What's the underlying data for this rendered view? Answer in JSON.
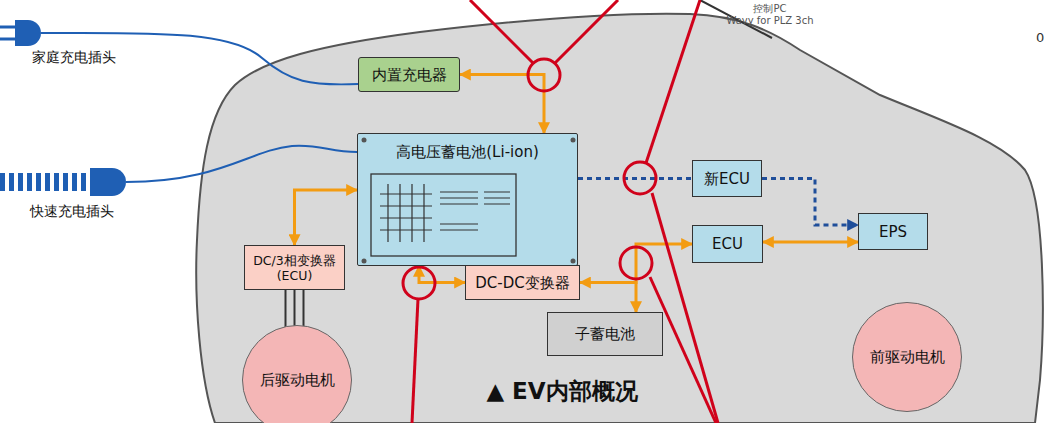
{
  "diagram": {
    "caption": "▲ EV内部概况",
    "nodes": [
      {
        "text": [
          "内置充电器"
        ]
      },
      {
        "text": [
          "高电压蓄电池(Li-ion)"
        ]
      },
      {
        "text": [
          "新ECU"
        ]
      },
      {
        "text": [
          "DC/3相变换器 (ECU)"
        ]
      },
      {
        "text": [
          "ECU"
        ]
      },
      {
        "text": [
          "EPS"
        ]
      },
      {
        "text": [
          "DC-DC变换器"
        ]
      },
      {
        "text": [
          "子蓄电池"
        ]
      },
      {
        "text": [
          "后驱动电机"
        ]
      },
      {
        "text": [
          "前驱动电机"
        ]
      }
    ],
    "edges": [
      {
        "from": 0,
        "to": 1,
        "arrow": "both"
      },
      {
        "from": 3,
        "to": 1,
        "arrow": "both"
      },
      {
        "from": 1,
        "to": 2,
        "arrow": "none"
      },
      {
        "from": 2,
        "to": 5,
        "arrow": "to"
      },
      {
        "from": 1,
        "to": 6,
        "arrow": "both"
      },
      {
        "from": 6,
        "to": 4,
        "arrow": "both"
      },
      {
        "from": 6,
        "to": 7,
        "arrow": "to"
      },
      {
        "from": 4,
        "to": 5,
        "arrow": "both"
      },
      {
        "from": 3,
        "to": 8,
        "arrow": "none"
      }
    ],
    "labels": [
      "控制PC",
      "Wavy for PLZ 3ch",
      "0",
      "家庭充电插头",
      "快速充电插头"
    ]
  }
}
